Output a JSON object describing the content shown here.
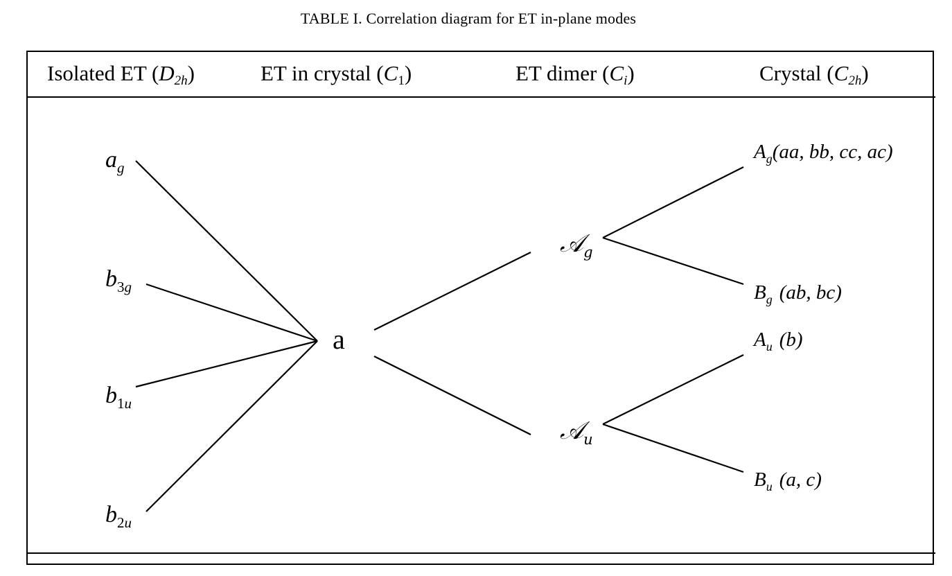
{
  "caption": "TABLE I. Correlation diagram for ET in-plane modes",
  "columns": {
    "isolated": {
      "label": "Isolated ET (",
      "sym": "D",
      "sub": "2h",
      "close": ")"
    },
    "in_crystal": {
      "label": "ET in crystal (",
      "sym": "C",
      "sub": "1",
      "close": ")"
    },
    "dimer": {
      "label": "ET dimer (",
      "sym": "C",
      "sub": "i",
      "close": ")"
    },
    "crystal": {
      "label": "Crystal (",
      "sym": "C",
      "sub": "2h",
      "close": ")"
    }
  },
  "isolated_modes": [
    {
      "base": "a",
      "sub": "g"
    },
    {
      "base": "b",
      "sub_num": "3",
      "sub": "g"
    },
    {
      "base": "b",
      "sub_num": "1",
      "sub": "u"
    },
    {
      "base": "b",
      "sub_num": "2",
      "sub": "u"
    }
  ],
  "crystal_mode": "a",
  "dimer_modes": [
    {
      "base": "𝒜",
      "sub": "g"
    },
    {
      "base": "𝒜",
      "sub": "u"
    }
  ],
  "crystal_modes": [
    {
      "base": "A",
      "sub": "g",
      "activity": "(aa, bb, cc, ac)"
    },
    {
      "base": "B",
      "sub": "g",
      "activity": "(ab, bc)"
    },
    {
      "base": "A",
      "sub": "u",
      "activity": "(b)"
    },
    {
      "base": "B",
      "sub": "u",
      "activity": "(a, c)"
    }
  ]
}
